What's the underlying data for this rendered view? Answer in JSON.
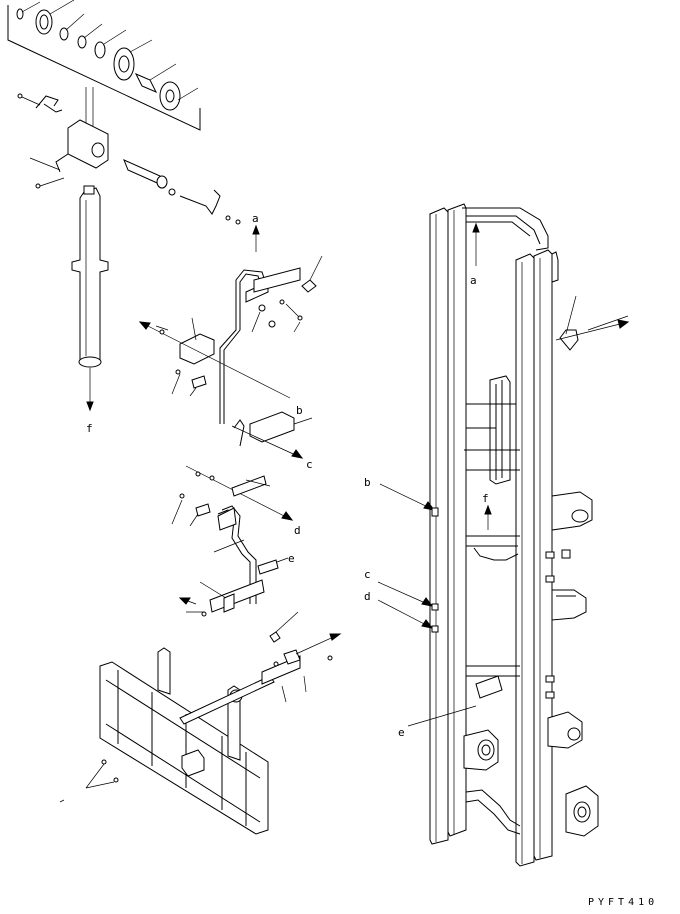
{
  "drawing": {
    "code": "PYFT410",
    "callouts": {
      "a_left": "a",
      "a_right": "a",
      "b_left": "b",
      "b_right": "b",
      "c_left": "c",
      "c_right": "c",
      "d_left": "d",
      "d_right": "d",
      "e_left": "e",
      "e_right": "e",
      "f_left": "f",
      "f_right": "f"
    }
  }
}
